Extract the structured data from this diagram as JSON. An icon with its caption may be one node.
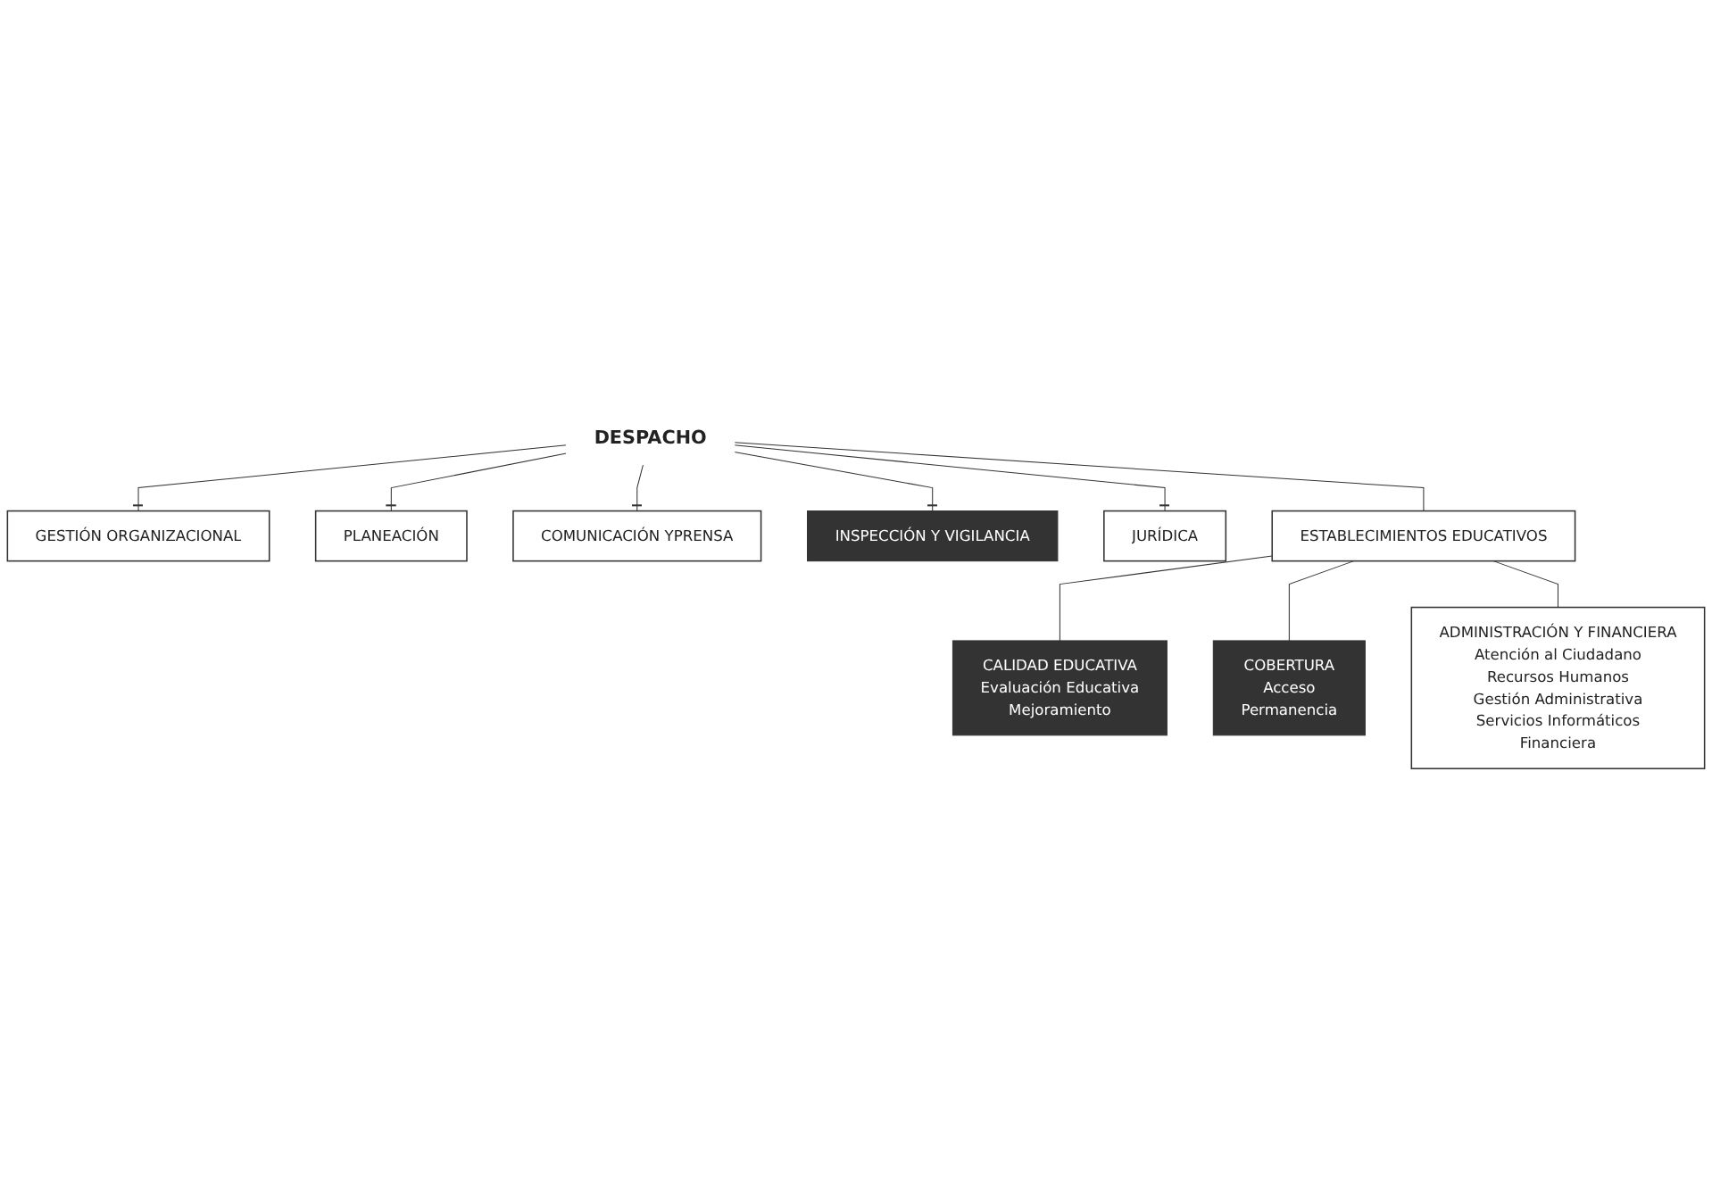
{
  "diagram": {
    "nodes": [
      {
        "text": [
          "DESPACHO"
        ]
      },
      {
        "text": [
          "GESTIÓN ORGANIZACIONAL"
        ]
      },
      {
        "text": [
          "PLANEACIÓN"
        ]
      },
      {
        "text": [
          "COMUNICACIÓN YPRENSA"
        ]
      },
      {
        "text": [
          "INSPECCIÓN Y VIGILANCIA"
        ]
      },
      {
        "text": [
          "JURÍDICA"
        ]
      },
      {
        "text": [
          "ESTABLECIMIENTOS EDUCATIVOS"
        ]
      },
      {
        "text": [
          "CALIDAD EDUCATIVA",
          "Evaluación Educativa",
          "Mejoramiento"
        ]
      },
      {
        "text": [
          "COBERTURA",
          "Acceso",
          "Permanencia"
        ]
      },
      {
        "text": [
          "ADMINISTRACIÓN Y FINANCIERA",
          "Atención al Ciudadano",
          "Recursos Humanos",
          "Gestión Administrativa",
          "Servicios Informáticos",
          "Financiera"
        ]
      }
    ],
    "edges": [
      {
        "from": 0,
        "to": 1,
        "arrow": "other"
      },
      {
        "from": 0,
        "to": 2,
        "arrow": "other"
      },
      {
        "from": 0,
        "to": 3,
        "arrow": "other"
      },
      {
        "from": 0,
        "to": 4,
        "arrow": "other"
      },
      {
        "from": 0,
        "to": 5,
        "arrow": "other"
      },
      {
        "from": 0,
        "to": 6,
        "arrow": "none"
      },
      {
        "from": 6,
        "to": 7,
        "arrow": "none"
      },
      {
        "from": 6,
        "to": 8,
        "arrow": "none"
      },
      {
        "from": 6,
        "to": 9,
        "arrow": "none"
      }
    ]
  }
}
